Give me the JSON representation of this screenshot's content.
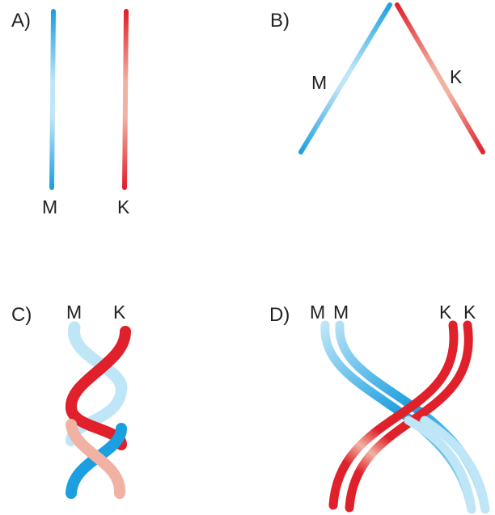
{
  "colors": {
    "blue": "#1b9fe0",
    "blue_light": "#bfe6f7",
    "red": "#e0202a",
    "red_light": "#f2b2a3"
  },
  "panels": {
    "a": {
      "label": "A)",
      "left_strand": "M",
      "right_strand": "K"
    },
    "b": {
      "label": "B)",
      "left_strand": "M",
      "right_strand": "K"
    },
    "c": {
      "label": "C)",
      "left_strand": "M",
      "right_strand": "K"
    },
    "d": {
      "label": "D)",
      "left_strand_1": "M",
      "left_strand_2": "M",
      "right_strand_1": "K",
      "right_strand_2": "K"
    }
  }
}
